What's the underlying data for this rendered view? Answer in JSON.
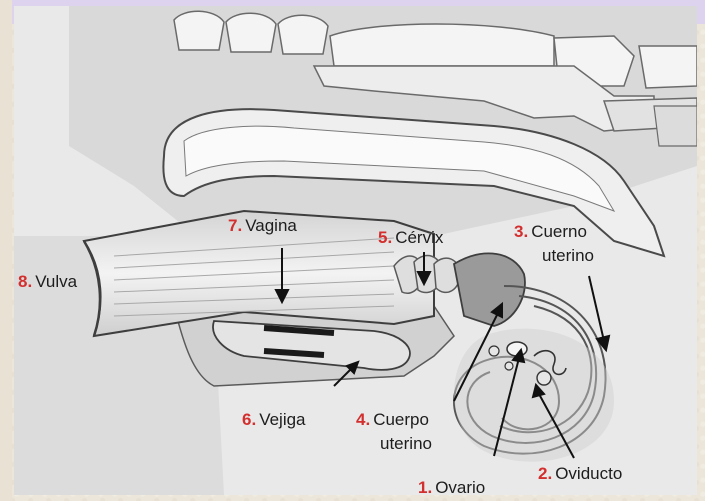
{
  "labels": {
    "vulva": {
      "num": "8.",
      "text": "Vulva"
    },
    "vagina": {
      "num": "7.",
      "text": "Vagina"
    },
    "cervix": {
      "num": "5.",
      "text": "Cérvix"
    },
    "cuerno": {
      "num": "3.",
      "text": "Cuerno",
      "text2": "uterino"
    },
    "vejiga": {
      "num": "6.",
      "text": "Vejiga"
    },
    "cuerpo": {
      "num": "4.",
      "text": "Cuerpo",
      "text2": "uterino"
    },
    "ovario": {
      "num": "1.",
      "text": "Ovario"
    },
    "oviducto": {
      "num": "2.",
      "text": "Oviducto"
    }
  },
  "colors": {
    "number_red": "#d32f2f",
    "tissue_light": "#f2f2f2",
    "tissue_mid": "#c9c9c9",
    "tissue_dark": "#8d8d8d",
    "outline": "#4a4a4a"
  }
}
